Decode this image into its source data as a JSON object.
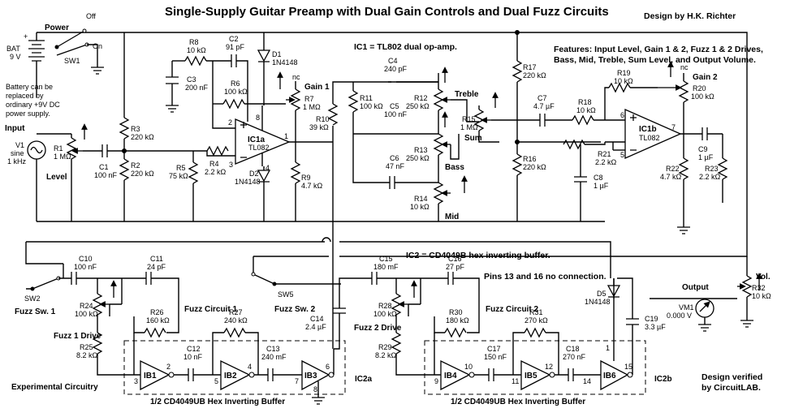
{
  "title": "Single-Supply Guitar Preamp with Dual Gain Controls and Dual Fuzz Circuits",
  "designer": "Design by H.K. Richter",
  "verified": [
    "Design verified",
    "by CircuitLAB."
  ],
  "ic1_note": "IC1 = TL802 dual op-amp.",
  "ic2_note": "IC2 = CD4049B hex inverting buffer.",
  "pins_note": "Pins 13 and 16 no connection.",
  "features": [
    "Features: Input Level, Gain 1 & 2, Fuzz 1 & 2 Drives,",
    "Bass, Mid, Treble, Sum Level, and Output Volume."
  ],
  "battery_note": [
    "Battery can be",
    "replaced by",
    "ordinary +9V DC",
    "power supply."
  ],
  "experimental": "Experimental Circuitry",
  "buffer_caption": "1/2 CD4049UB Hex Inverting Buffer",
  "labels": {
    "power": "Power",
    "off": "Off",
    "on": "On",
    "sw1": "SW1",
    "bat": "BAT",
    "bat_v": "9 V",
    "input": "Input",
    "v1": "V1",
    "v1_type": "sine",
    "v1_freq": "1 kHz",
    "level": "Level",
    "r1": "R1",
    "r1_v": "1 MΩ",
    "c1": "C1",
    "c1_v": "100 nF",
    "r3": "R3",
    "r3_v": "220 kΩ",
    "r2": "R2",
    "r2_v": "220 kΩ",
    "r8": "R8",
    "r8_v": "10 kΩ",
    "c2": "C2",
    "c2_v": "91 pF",
    "c3": "C3",
    "c3_v": "200 nF",
    "r6": "R6",
    "r6_v": "100 kΩ",
    "d1": "D1",
    "d1_v": "1N4148",
    "d2": "D2",
    "d2_v": "1N4148",
    "nc1": "nc",
    "gain1": "Gain 1",
    "r7": "R7",
    "r7_v": "1 MΩ",
    "ic1a": "IC1a",
    "ic1a_t": "TL082",
    "pin8": "8",
    "pin2": "2",
    "pin3": "3",
    "pin1": "1",
    "pin4": "4",
    "r5": "R5",
    "r5_v": "75 kΩ",
    "r4": "R4",
    "r4_v": "2.2 kΩ",
    "r9": "R9",
    "r9_v": "4.7 kΩ",
    "r10": "R10",
    "r10_v": "39 kΩ",
    "c4": "C4",
    "c4_v": "240 pF",
    "r11": "R11",
    "r11_v": "100 kΩ",
    "c5": "C5",
    "c5_v": "100 nF",
    "r12": "R12",
    "r12_v": "250 kΩ",
    "treble": "Treble",
    "c6": "C6",
    "c6_v": "47 nF",
    "r13": "R13",
    "r13_v": "250 kΩ",
    "bass": "Bass",
    "r14": "R14",
    "r14_v": "10 kΩ",
    "mid": "Mid",
    "r15": "R15",
    "r15_v": "1 MΩ",
    "sum": "Sum",
    "r17": "R17",
    "r17_v": "220 kΩ",
    "r16": "R16",
    "r16_v": "220 kΩ",
    "c7": "C7",
    "c7_v": "4.7 µF",
    "r18": "R18",
    "r18_v": "10 kΩ",
    "r19": "R19",
    "r19_v": "10 kΩ",
    "nc2": "nc",
    "gain2": "Gain 2",
    "r20": "R20",
    "r20_v": "100 kΩ",
    "ic1b": "IC1b",
    "ic1b_t": "TL082",
    "pin6": "6",
    "pin5": "5",
    "pin7": "7",
    "r21": "R21",
    "r21_v": "2.2 kΩ",
    "c8": "C8",
    "c8_v": "1 µF",
    "r22": "R22",
    "r22_v": "4.7 kΩ",
    "c9": "C9",
    "c9_v": "1 µF",
    "r23": "R23",
    "r23_v": "2.2 kΩ",
    "sw2": "SW2",
    "fuzz_sw1": "Fuzz Sw. 1",
    "c10": "C10",
    "c10_v": "100 nF",
    "c11": "C11",
    "c11_v": "24 pF",
    "r24": "R24",
    "r24_v": "100 kΩ",
    "fuzz1_drive": "Fuzz 1 Drive",
    "r26": "R26",
    "r26_v": "160 kΩ",
    "fuzz_circuit1": "Fuzz Circuit 1",
    "r27": "R27",
    "r27_v": "240 kΩ",
    "r25": "R25",
    "r25_v": "8.2 kΩ",
    "c12": "C12",
    "c12_v": "10 nF",
    "c13": "C13",
    "c13_v": "240 mF",
    "ib1": "IB1",
    "ib2": "IB2",
    "ib3": "IB3",
    "p3": "3",
    "p2": "2",
    "p5": "5",
    "p4": "4",
    "p7": "7",
    "p6": "6",
    "p8": "8",
    "ic2a": "IC2a",
    "sw5": "SW5",
    "fuzz_sw2": "Fuzz Sw. 2",
    "c14": "C14",
    "c14_v": "2.4 µF",
    "c15": "C15",
    "c15_v": "180 mF",
    "c16": "C16",
    "c16_v": "27 pF",
    "r28": "R28",
    "r28_v": "100 kΩ",
    "fuzz2_drive": "Fuzz 2 Drive",
    "r30": "R30",
    "r30_v": "180 kΩ",
    "fuzz_circuit2": "Fuzz Circuit 2",
    "r31": "R31",
    "r31_v": "270 kΩ",
    "r29": "R29",
    "r29_v": "8.2 kΩ",
    "c17": "C17",
    "c17_v": "150 nF",
    "c18": "C18",
    "c18_v": "270 nF",
    "ib4": "IB4",
    "ib5": "IB5",
    "ib6": "IB6",
    "p9": "9",
    "p10": "10",
    "p11": "11",
    "p12": "12",
    "p14": "14",
    "p15": "15",
    "p1": "1",
    "ic2b": "IC2b",
    "d5": "D5",
    "d5_v": "1N4148",
    "c19": "C19",
    "c19_v": "3.3 µF",
    "output": "Output",
    "vm1": "VM1",
    "vm1_v": "0.000 V",
    "vol": "Vol.",
    "r32": "R32",
    "r32_v": "10 kΩ"
  }
}
